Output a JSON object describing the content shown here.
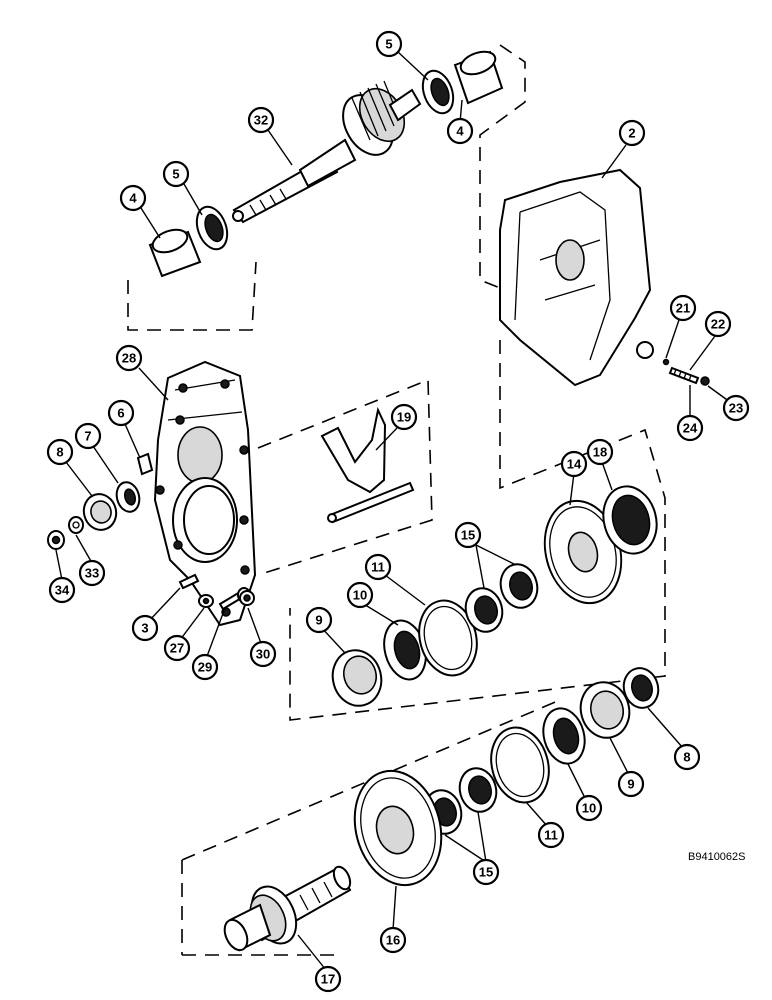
{
  "figure": {
    "reference_code": "B9410062S",
    "callouts": [
      {
        "id": "c1",
        "label": "5"
      },
      {
        "id": "c2",
        "label": "4"
      },
      {
        "id": "c3",
        "label": "32"
      },
      {
        "id": "c4",
        "label": "5"
      },
      {
        "id": "c5",
        "label": "4"
      },
      {
        "id": "c6",
        "label": "2"
      },
      {
        "id": "c7",
        "label": "21"
      },
      {
        "id": "c8",
        "label": "22"
      },
      {
        "id": "c9",
        "label": "23"
      },
      {
        "id": "c10",
        "label": "24"
      },
      {
        "id": "c11",
        "label": "28"
      },
      {
        "id": "c12",
        "label": "19"
      },
      {
        "id": "c13",
        "label": "6"
      },
      {
        "id": "c14",
        "label": "7"
      },
      {
        "id": "c15",
        "label": "8"
      },
      {
        "id": "c16",
        "label": "14"
      },
      {
        "id": "c17",
        "label": "18"
      },
      {
        "id": "c18",
        "label": "15"
      },
      {
        "id": "c19",
        "label": "11"
      },
      {
        "id": "c20",
        "label": "10"
      },
      {
        "id": "c21",
        "label": "9"
      },
      {
        "id": "c22",
        "label": "34"
      },
      {
        "id": "c23",
        "label": "33"
      },
      {
        "id": "c24",
        "label": "3"
      },
      {
        "id": "c25",
        "label": "27"
      },
      {
        "id": "c26",
        "label": "29"
      },
      {
        "id": "c27",
        "label": "30"
      },
      {
        "id": "c28",
        "label": "8"
      },
      {
        "id": "c29",
        "label": "9"
      },
      {
        "id": "c30",
        "label": "10"
      },
      {
        "id": "c31",
        "label": "11"
      },
      {
        "id": "c32",
        "label": "15"
      },
      {
        "id": "c33",
        "label": "16"
      },
      {
        "id": "c34",
        "label": "17"
      }
    ]
  }
}
